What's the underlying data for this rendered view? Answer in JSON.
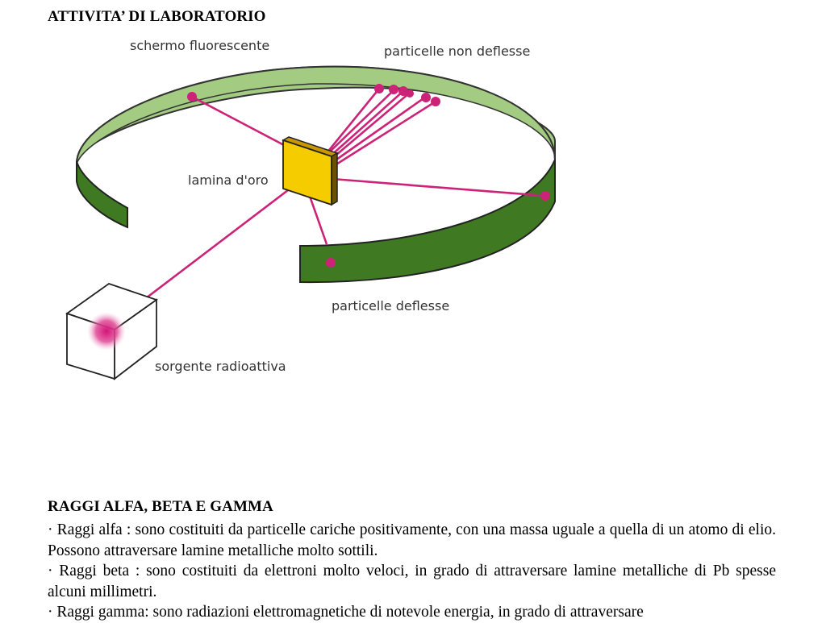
{
  "headings": {
    "lab": "ATTIVITA’ DI LABORATORIO",
    "rays": "RAGGI ALFA, BETA E GAMMA"
  },
  "figure": {
    "labels": {
      "screen": "schermo fluorescente",
      "undeflected": "particelle non deflesse",
      "foil": "lamina d'oro",
      "deflected": "particelle deflesse",
      "source": "sorgente radioattiva"
    },
    "colors": {
      "screen_inner": "#a3cc82",
      "screen_outer": "#3f7a22",
      "ray": "#cc2277",
      "foil": "#f5cc00"
    }
  },
  "paragraphs": {
    "alfa": "· Raggi alfa : sono costituiti da particelle cariche positivamente, con una massa uguale a quella di un atomo di elio. Possono attraversare lamine metalliche molto sottili.",
    "beta": "· Raggi beta : sono costituiti da elettroni molto veloci, in grado di attraversare lamine metalliche di Pb spesse alcuni millimetri.",
    "gamma": "· Raggi gamma: sono radiazioni elettromagnetiche di notevole energia, in grado di attraversare"
  }
}
